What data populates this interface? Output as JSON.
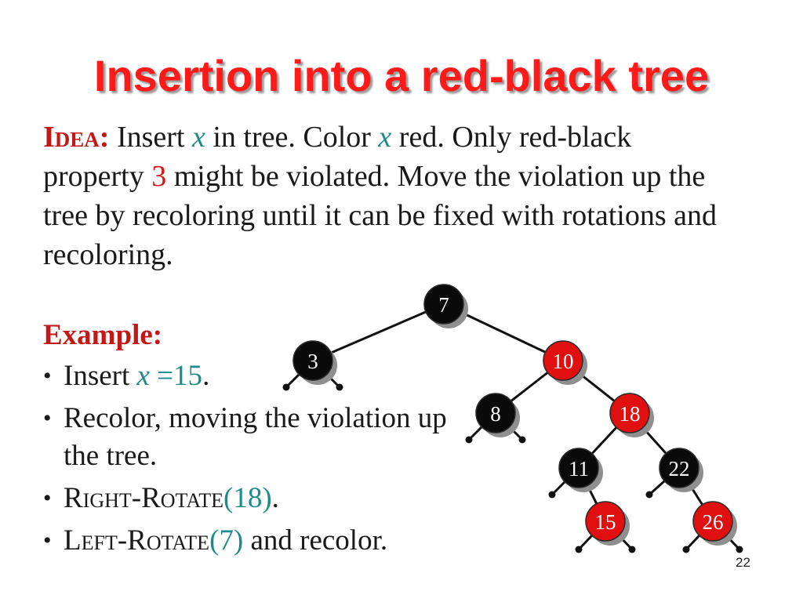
{
  "title": "Insertion into a red-black tree",
  "idea": {
    "label": "Idea:",
    "s1": " Insert ",
    "x1": "x",
    "s2": " in tree.  Color ",
    "x2": "x",
    "s3": " red.  Only red-black property ",
    "prop_num": "3",
    "s4": " might be violated.  Move the violation up the tree by recoloring until it can be fixed with rotations and recoloring."
  },
  "example": {
    "heading": "Example:",
    "bullet_glyph": "•",
    "step1": {
      "text": "Insert ",
      "var": "x",
      "value": " =15",
      "end": "."
    },
    "step2": {
      "text": "Recolor, moving the violation up the tree."
    },
    "step3": {
      "op": "Right-Rotate",
      "arg": "(18)",
      "end": "."
    },
    "step4": {
      "op": "Left-Rotate",
      "arg": "(7)",
      "end": " and recolor."
    }
  },
  "tree": {
    "nodes": [
      {
        "key": "7",
        "color": "black"
      },
      {
        "key": "3",
        "color": "black"
      },
      {
        "key": "10",
        "color": "red"
      },
      {
        "key": "8",
        "color": "black"
      },
      {
        "key": "18",
        "color": "red"
      },
      {
        "key": "11",
        "color": "black"
      },
      {
        "key": "22",
        "color": "black"
      },
      {
        "key": "15",
        "color": "red"
      },
      {
        "key": "26",
        "color": "red"
      }
    ],
    "colors": {
      "black": "#0a0a0a",
      "red": "#e01010",
      "shadow": "#8f8f8f",
      "edge": "#111111"
    }
  },
  "page_number": "22"
}
